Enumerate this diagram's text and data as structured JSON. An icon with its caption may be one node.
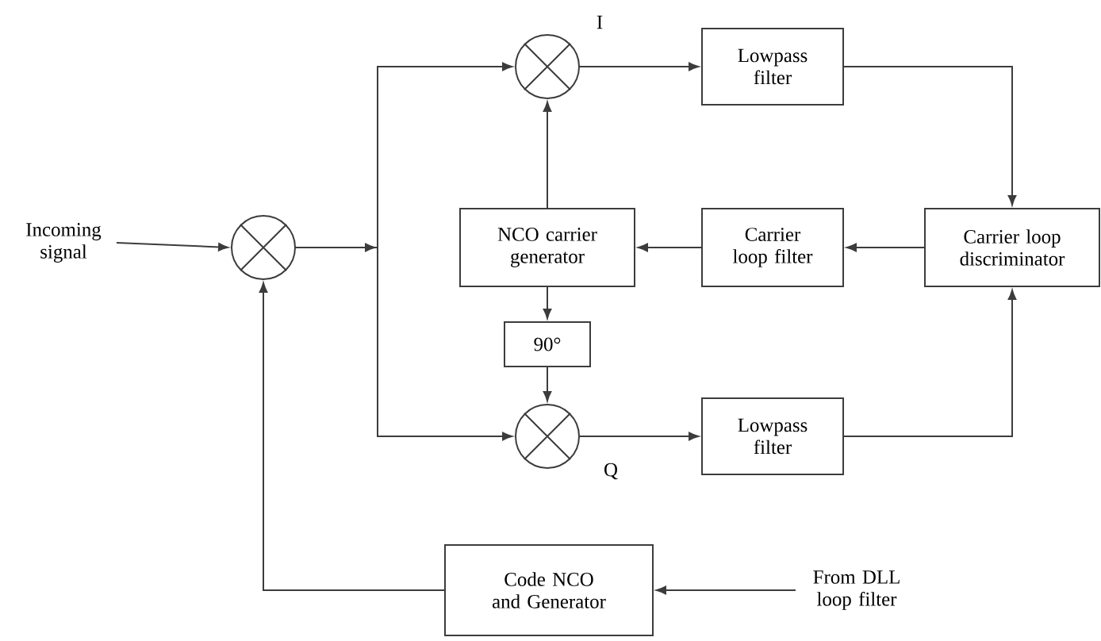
{
  "diagram": {
    "nodes": [
      {
        "text": [],
        "shape": "circle",
        "beside": [
          "I"
        ]
      },
      {
        "text": [
          "Lowpass filter"
        ]
      },
      {
        "text": [
          "Incoming signal"
        ]
      },
      {
        "text": [],
        "shape": "circle"
      },
      {
        "text": [
          "NCO carrier generator"
        ]
      },
      {
        "text": [
          "Carrier loop filter"
        ]
      },
      {
        "text": [
          "Carrier loop discriminator"
        ]
      },
      {
        "text": [
          "90°"
        ]
      },
      {
        "text": [],
        "shape": "circle",
        "beside": [
          "Q"
        ]
      },
      {
        "text": [
          "Lowpass filter"
        ]
      },
      {
        "text": [
          "Code NCO and Generator"
        ]
      },
      {
        "text": [
          "From DLL loop filter"
        ]
      }
    ],
    "edges": [
      {
        "from": 2,
        "to": 3,
        "arrow": "to"
      },
      {
        "from": 3,
        "to": 0,
        "arrow": "to"
      },
      {
        "from": 3,
        "to": 8,
        "arrow": "to"
      },
      {
        "from": 0,
        "to": 1,
        "arrow": "to"
      },
      {
        "from": 1,
        "to": 6,
        "arrow": "to"
      },
      {
        "from": 8,
        "to": 9,
        "arrow": "to"
      },
      {
        "from": 9,
        "to": 6,
        "arrow": "to"
      },
      {
        "from": 6,
        "to": 5,
        "arrow": "to"
      },
      {
        "from": 5,
        "to": 4,
        "arrow": "to"
      },
      {
        "from": 4,
        "to": 0,
        "arrow": "to"
      },
      {
        "from": 4,
        "to": 7,
        "arrow": "to"
      },
      {
        "from": 7,
        "to": 8,
        "arrow": "to"
      },
      {
        "from": 11,
        "to": 10,
        "arrow": "to"
      },
      {
        "from": 10,
        "to": 3,
        "arrow": "to"
      }
    ]
  }
}
